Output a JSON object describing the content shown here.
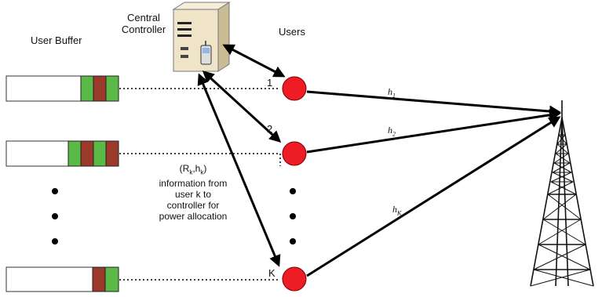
{
  "labels": {
    "user_buffer": "User Buffer",
    "central_controller_line1": "Central",
    "central_controller_line2": "Controller",
    "users": "Users"
  },
  "info": {
    "line1_prefix": "(R",
    "line1_sub1": "k",
    "line1_mid": ",h",
    "line1_sub2": "k",
    "line1_suffix": ")",
    "line2": "information from",
    "line3": "user k to",
    "line4": "controller for",
    "line5": "power allocation"
  },
  "user_indices": [
    "1",
    "2",
    "K"
  ],
  "channel_gains": [
    {
      "base": "h",
      "sub": "1"
    },
    {
      "base": "h",
      "sub": "2"
    },
    {
      "base": "h",
      "sub": "K"
    }
  ],
  "buffers": [
    {
      "user": "1",
      "packets": [
        "green",
        "brown",
        "green"
      ]
    },
    {
      "user": "2",
      "packets": [
        "green",
        "brown",
        "green",
        "brown"
      ]
    },
    {
      "user": "K",
      "packets": [
        "brown",
        "green"
      ]
    }
  ],
  "colors": {
    "user_node": "#ee1c24",
    "packet_green": "#5ab947",
    "packet_brown": "#9b3a2a",
    "line": "#000000",
    "tower": "#111111",
    "server_body": "#efe4c8"
  },
  "icons": {
    "controller": "server-computer-icon",
    "base_station": "antenna-tower-icon"
  }
}
